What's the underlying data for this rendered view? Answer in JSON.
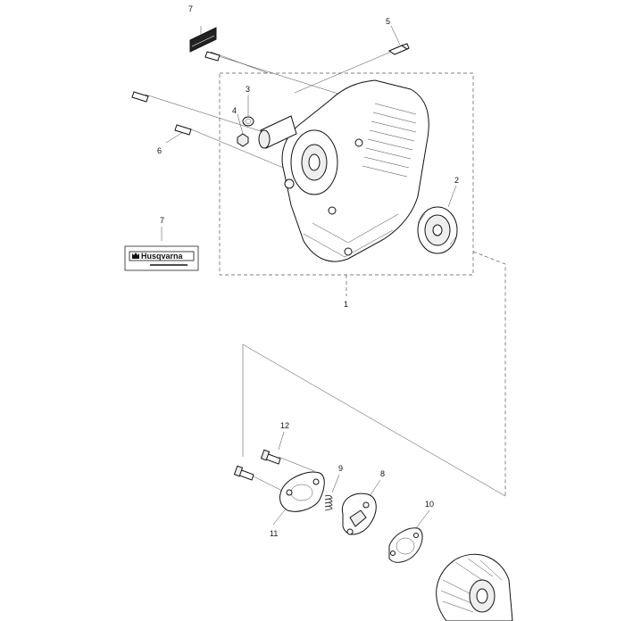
{
  "callouts": {
    "c1": "1",
    "c2": "2",
    "c3": "3",
    "c4": "4",
    "c5": "5",
    "c6": "6",
    "c7a": "7",
    "c7b": "7",
    "c8": "8",
    "c9": "9",
    "c10": "10",
    "c11": "11",
    "c12": "12"
  },
  "decal": {
    "brand": "Husqvarna"
  }
}
